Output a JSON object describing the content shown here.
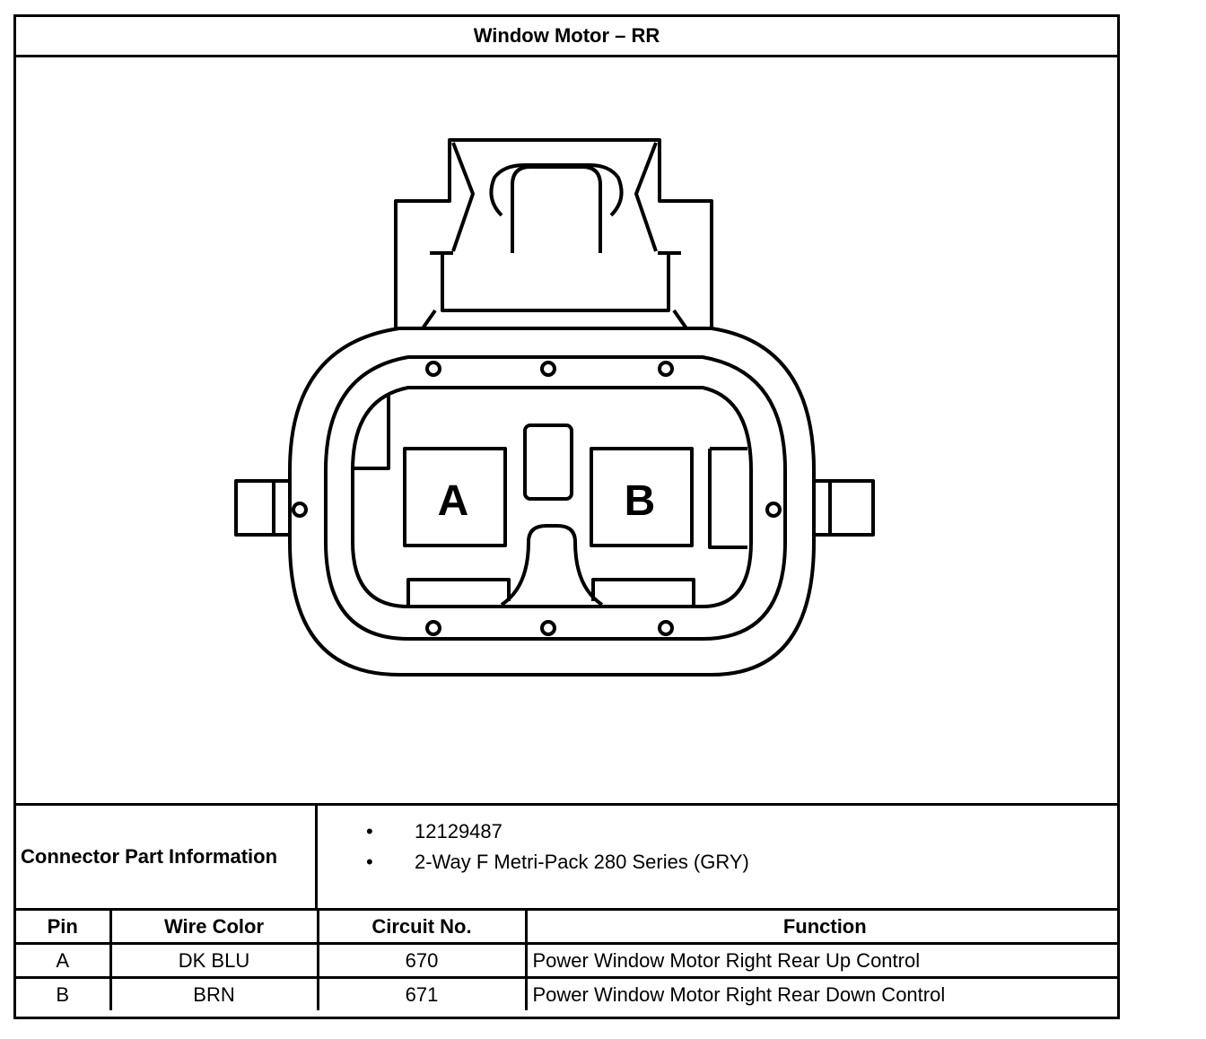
{
  "title": "Window Motor – RR",
  "connector": {
    "cavity_labels": [
      "A",
      "B"
    ]
  },
  "part_info": {
    "label": "Connector Part Information",
    "items": [
      "12129487",
      "2-Way F Metri-Pack 280 Series (GRY)"
    ],
    "bullet": "•"
  },
  "pin_table": {
    "headers": [
      "Pin",
      "Wire Color",
      "Circuit No.",
      "Function"
    ],
    "rows": [
      [
        "A",
        "DK BLU",
        "670",
        "Power Window Motor Right Rear Up Control"
      ],
      [
        "B",
        "BRN",
        "671",
        "Power Window Motor Right Rear Down Control"
      ]
    ]
  }
}
